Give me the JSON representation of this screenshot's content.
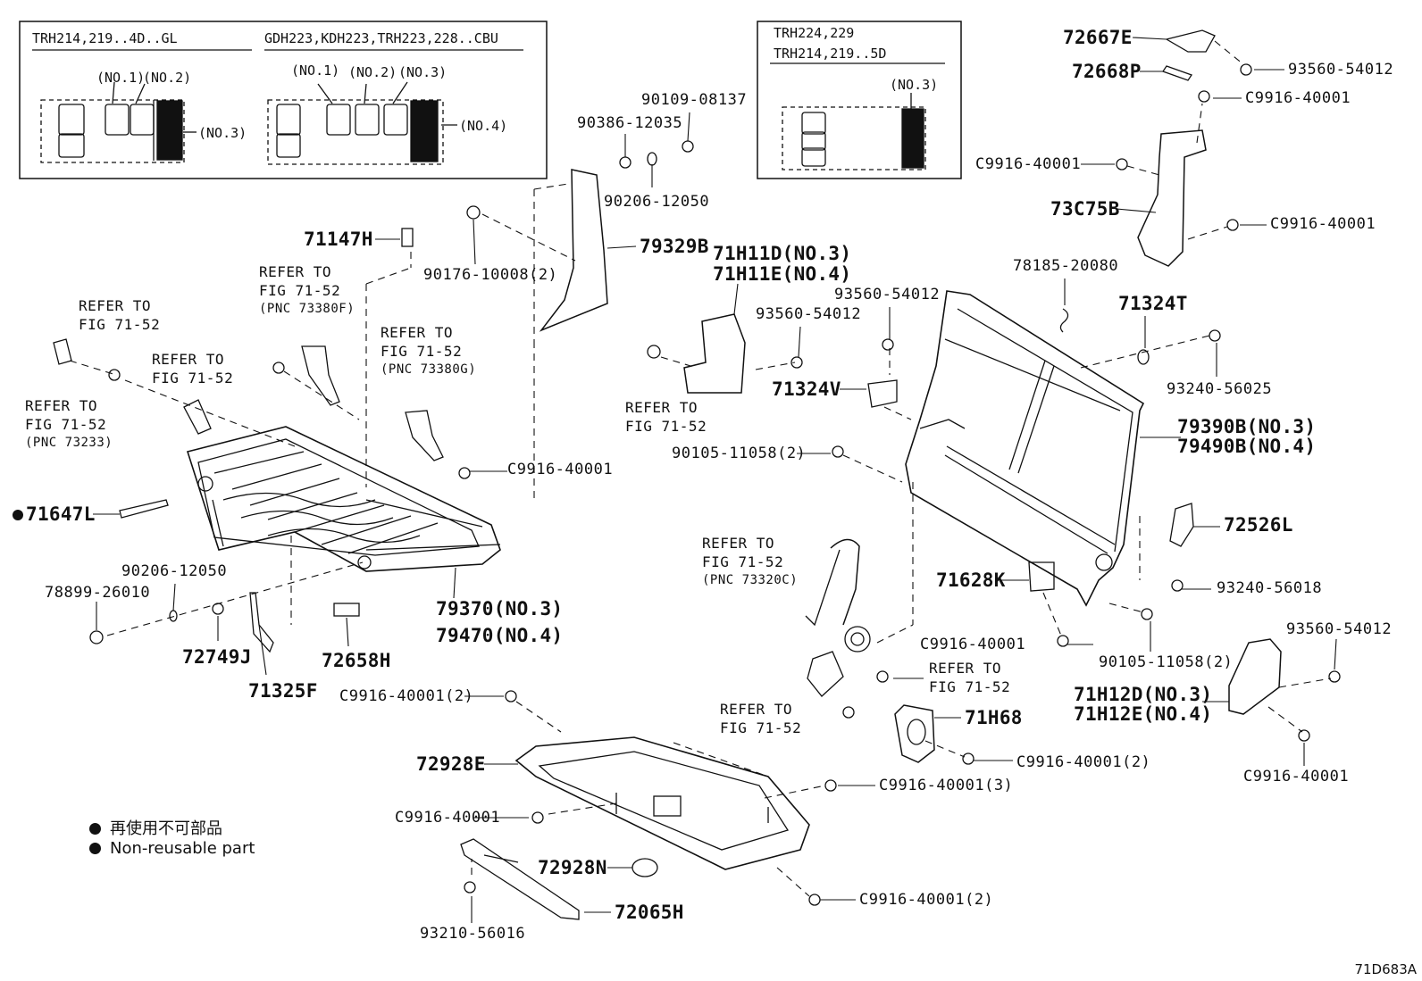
{
  "drawing_code": "71D683A",
  "inset_left": {
    "group1_title": "TRH214,219..4D..GL",
    "group1_labels": [
      "(NO.1)",
      "(NO.2)",
      "(NO.3)"
    ],
    "group2_title": "GDH223,KDH223,TRH223,228..CBU",
    "group2_labels": [
      "(NO.1)",
      "(NO.2)",
      "(NO.3)",
      "(NO.4)"
    ]
  },
  "inset_right": {
    "title_line1": "TRH224,229",
    "title_line2": "TRH214,219..5D",
    "label": "(NO.3)"
  },
  "legend": {
    "japanese": "再使用不可部品",
    "english": "Non-reusable part"
  },
  "parts": {
    "p72667E": "72667E",
    "p93560_54012_a": "93560-54012",
    "p72668P": "72668P",
    "pC9916_a": "C9916-40001",
    "pC9916_b": "C9916-40001",
    "p73C75B": "73C75B",
    "pC9916_c": "C9916-40001",
    "p90109": "90109-08137",
    "p90386": "90386-12035",
    "p90206_a": "90206-12050",
    "p71147H": "71147H",
    "p79329B": "79329B",
    "p90176": "90176-10008(2)",
    "p71H11D": "71H11D(NO.3)",
    "p71H11E": "71H11E(NO.4)",
    "p93560_54012_b": "93560-54012",
    "p93560_54012_c": "93560-54012",
    "p78185": "78185-20080",
    "p71324T": "71324T",
    "p93240_56025": "93240-56025",
    "p71324V": "71324V",
    "p79390B": "79390B(NO.3)",
    "p79490B": "79490B(NO.4)",
    "p90105_a": "90105-11058(2)",
    "p90105_b": "90105-11058(2)",
    "p72526L": "72526L",
    "p93240_56018": "93240-56018",
    "p71628K": "71628K",
    "pC9916_d": "C9916-40001",
    "pC9916_e": "C9916-40001",
    "p71647L": "71647L",
    "p90206_b": "90206-12050",
    "p78899": "78899-26010",
    "p72749J": "72749J",
    "p71325F": "71325F",
    "p72658H": "72658H",
    "p79370": "79370(NO.3)",
    "p79470": "79470(NO.4)",
    "pC9916_2a": "C9916-40001(2)",
    "p72928E": "72928E",
    "pC9916_f": "C9916-40001",
    "p72928N": "72928N",
    "p72065H": "72065H",
    "p93210": "93210-56016",
    "pC9916_3": "C9916-40001(3)",
    "pC9916_2b": "C9916-40001(2)",
    "pC9916_2c": "C9916-40001(2)",
    "p71H68": "71H68",
    "p93560_54012_d": "93560-54012",
    "p71H12D": "71H12D(NO.3)",
    "p71H12E": "71H12E(NO.4)",
    "pC9916_g": "C9916-40001"
  },
  "refs": {
    "r1": [
      "REFER TO",
      "FIG 71-52"
    ],
    "r2": [
      "REFER TO",
      "FIG 71-52"
    ],
    "r3": [
      "REFER TO",
      "FIG 71-52",
      "(PNC 73233)"
    ],
    "r4": [
      "REFER TO",
      "FIG 71-52",
      "(PNC 73380F)"
    ],
    "r5": [
      "REFER TO",
      "FIG 71-52",
      "(PNC 73380G)"
    ],
    "r6": [
      "REFER TO",
      "FIG 71-52"
    ],
    "r7": [
      "REFER TO",
      "FIG 71-52",
      "(PNC 73320C)"
    ],
    "r8": [
      "REFER TO",
      "FIG 71-52"
    ],
    "r9": [
      "REFER TO",
      "FIG 71-52"
    ]
  }
}
